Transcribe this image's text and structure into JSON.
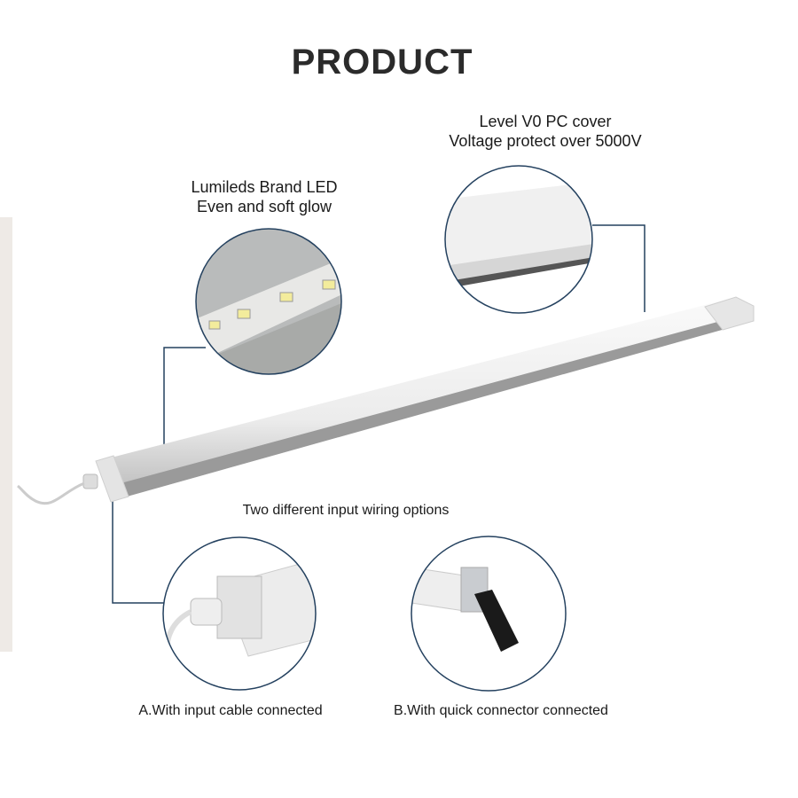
{
  "title": "PRODUCT",
  "callouts": {
    "led": {
      "line1": "Lumileds  Brand LED",
      "line2": "Even and soft glow"
    },
    "cover": {
      "line1": "Level V0 PC cover",
      "line2": "Voltage protect over 5000V"
    }
  },
  "wiring": {
    "heading": "Two different  input wiring options",
    "option_a": "A.With input cable connected",
    "option_b": "B.With quick connector connected"
  },
  "colors": {
    "accent_line": "#24415f",
    "body": "#f3f3f3"
  }
}
